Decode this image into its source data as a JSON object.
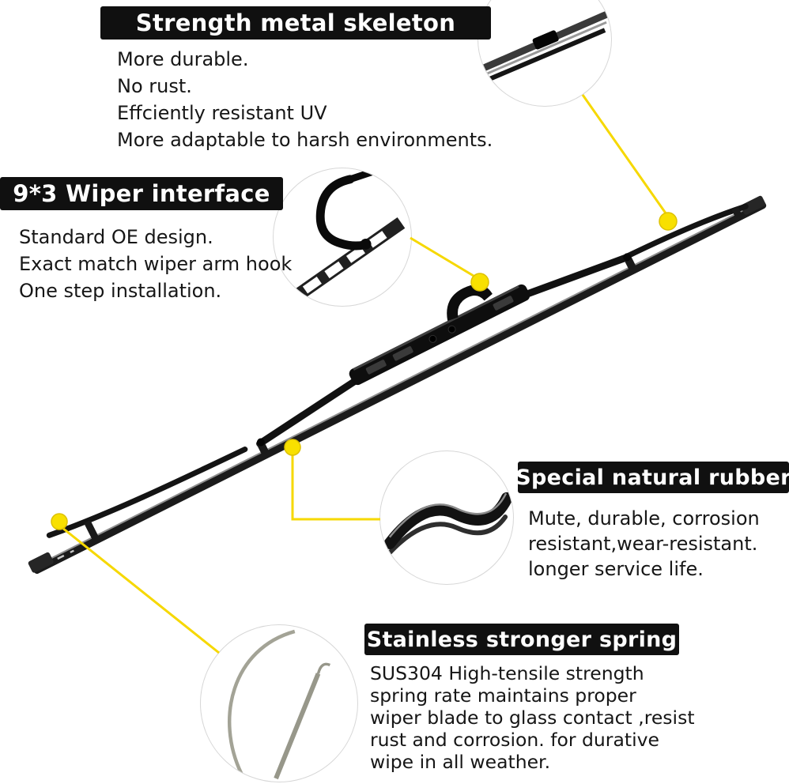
{
  "colors": {
    "accent": "#f6d800",
    "dot_fill": "#f8e000",
    "banner_bg": "#101010",
    "banner_text": "#ffffff",
    "body_text": "#161616"
  },
  "images": {
    "skeleton_zoom": "wiper-end-metal-skeleton-closeup",
    "interface_zoom": "wiper-arm-hook-interface-closeup",
    "rubber_zoom": "natural-rubber-strip-closeup",
    "spring_zoom": "stainless-spring-strip-closeup",
    "main_photo": "wiper-blade-product-photo"
  },
  "sections": {
    "skeleton": {
      "title": "Strength metal skeleton",
      "lines": [
        "More durable.",
        "No rust.",
        "Effciently resistant UV",
        "More adaptable to harsh environments."
      ]
    },
    "interface": {
      "title": "9*3 Wiper interface",
      "lines": [
        "Standard OE design.",
        "Exact match wiper arm hook",
        "One step installation."
      ]
    },
    "rubber": {
      "title": "Special natural rubber",
      "lines": [
        "Mute, durable, corrosion",
        "resistant,wear-resistant.",
        "longer service life."
      ]
    },
    "spring": {
      "title": "Stainless stronger spring",
      "lines": [
        "SUS304 High-tensile strength",
        "spring rate maintains proper",
        "wiper blade to glass contact ,resist",
        "rust and corrosion. for durative",
        "wipe in all weather."
      ]
    }
  }
}
